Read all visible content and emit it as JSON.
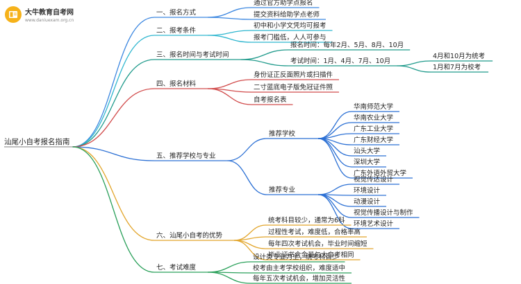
{
  "logo": {
    "title": "大牛教育自考网",
    "url": "www.daniuexam.org.cn"
  },
  "root": {
    "label": "汕尾小自考报名指南"
  },
  "branches": [
    {
      "label": "一、报名方式",
      "color": "#3a86e0",
      "children": [
        {
          "label": "通过官方助学点报名"
        },
        {
          "label": "提交资料给助学点老师"
        }
      ]
    },
    {
      "label": "二、报考条件",
      "color": "#2eb6cf",
      "children": [
        {
          "label": "初中和小学文凭均可报考"
        },
        {
          "label": "报考门槛低，人人可参与"
        }
      ]
    },
    {
      "label": "三、报名时间与考试时间",
      "color": "#1f9a8b",
      "children": [
        {
          "label": "报名时间：每年2月、5月、8月、10月"
        },
        {
          "label": "考试时间：1月、4月、7月、10月",
          "children": [
            {
              "label": "4月和10月为统考"
            },
            {
              "label": "1月和7月为校考"
            }
          ]
        }
      ]
    },
    {
      "label": "四、报名材料",
      "color": "#d14a4a",
      "children": [
        {
          "label": "身份证正反面照片或扫描件"
        },
        {
          "label": "二寸蓝底电子版免冠证件照"
        },
        {
          "label": "自考报名表"
        }
      ]
    },
    {
      "label": "五、推荐学校与专业",
      "color": "#2a6fd4",
      "children": [
        {
          "label": "推荐学校",
          "children": [
            {
              "label": "华南师范大学"
            },
            {
              "label": "华南农业大学"
            },
            {
              "label": "广东工业大学"
            },
            {
              "label": "广东财经大学"
            },
            {
              "label": "汕头大学"
            },
            {
              "label": "深圳大学"
            },
            {
              "label": "广东外语外贸大学"
            }
          ]
        },
        {
          "label": "推荐专业",
          "children": [
            {
              "label": "视觉传达设计"
            },
            {
              "label": "环境设计"
            },
            {
              "label": "动漫设计"
            },
            {
              "label": "视觉传播设计与制作"
            },
            {
              "label": "环境艺术设计"
            }
          ]
        }
      ]
    },
    {
      "label": "六、汕尾小自考的优势",
      "color": "#e2a52b",
      "children": [
        {
          "label": "统考科目较少，通常为6科"
        },
        {
          "label": "过程性考试，难度低，合格率高"
        },
        {
          "label": "每年四次考试机会，毕业时间缩短"
        },
        {
          "label": "毕业证书含金量与大自考相同"
        }
      ]
    },
    {
      "label": "七、考试难度",
      "color": "#2aa05a",
      "children": [
        {
          "label": "设计类专业为主，统考科目少"
        },
        {
          "label": "校考由主考学校组织，难度适中"
        },
        {
          "label": "每年五次考试机会，增加灵活性"
        }
      ]
    }
  ]
}
